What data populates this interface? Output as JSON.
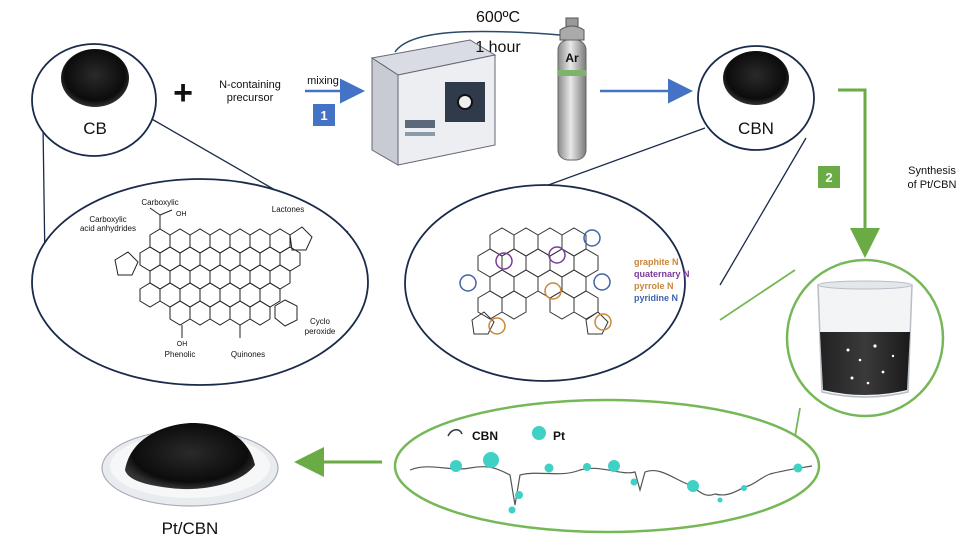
{
  "inputs": {
    "cb_label": "CB",
    "plus": "+",
    "precursor_line1": "N-containing",
    "precursor_line2": "precursor",
    "mixing": "mixing"
  },
  "steps": {
    "step1": "1",
    "step2": "2"
  },
  "furnace": {
    "temperature": "600ºC",
    "duration": "1 hour"
  },
  "gas": {
    "label": "Ar"
  },
  "cbn": {
    "label": "CBN"
  },
  "synthesis": {
    "line1": "Synthesis",
    "line2": "of Pt/CBN"
  },
  "cb_structure": {
    "labels": {
      "carboxylic": "Carboxylic",
      "anhydrides_line1": "Carboxylic",
      "anhydrides_line2": "acid anhydrides",
      "lactones": "Lactones",
      "cyclo_line1": "Cyclo",
      "cyclo_line2": "peroxide",
      "phenolic": "Phenolic",
      "quinones": "Quinones",
      "oh_top": "OH",
      "oh_bottom": "OH"
    }
  },
  "cbn_structure": {
    "legend": [
      {
        "label": "graphite N",
        "color": "#c8873a"
      },
      {
        "label": "quaternary N",
        "color": "#7a3b9a"
      },
      {
        "label": "pyrrole N",
        "color": "#c8873a"
      },
      {
        "label": "pyridine N",
        "color": "#3f64a8"
      }
    ]
  },
  "nanoparticles": {
    "cbn_legend": "CBN",
    "pt_legend": "Pt"
  },
  "product": {
    "label": "Pt/CBN"
  },
  "colors": {
    "blue_arrow": "#4472c4",
    "green": "#6aab45",
    "green_circle": "#76b858",
    "pt": "#3fd1c6"
  }
}
